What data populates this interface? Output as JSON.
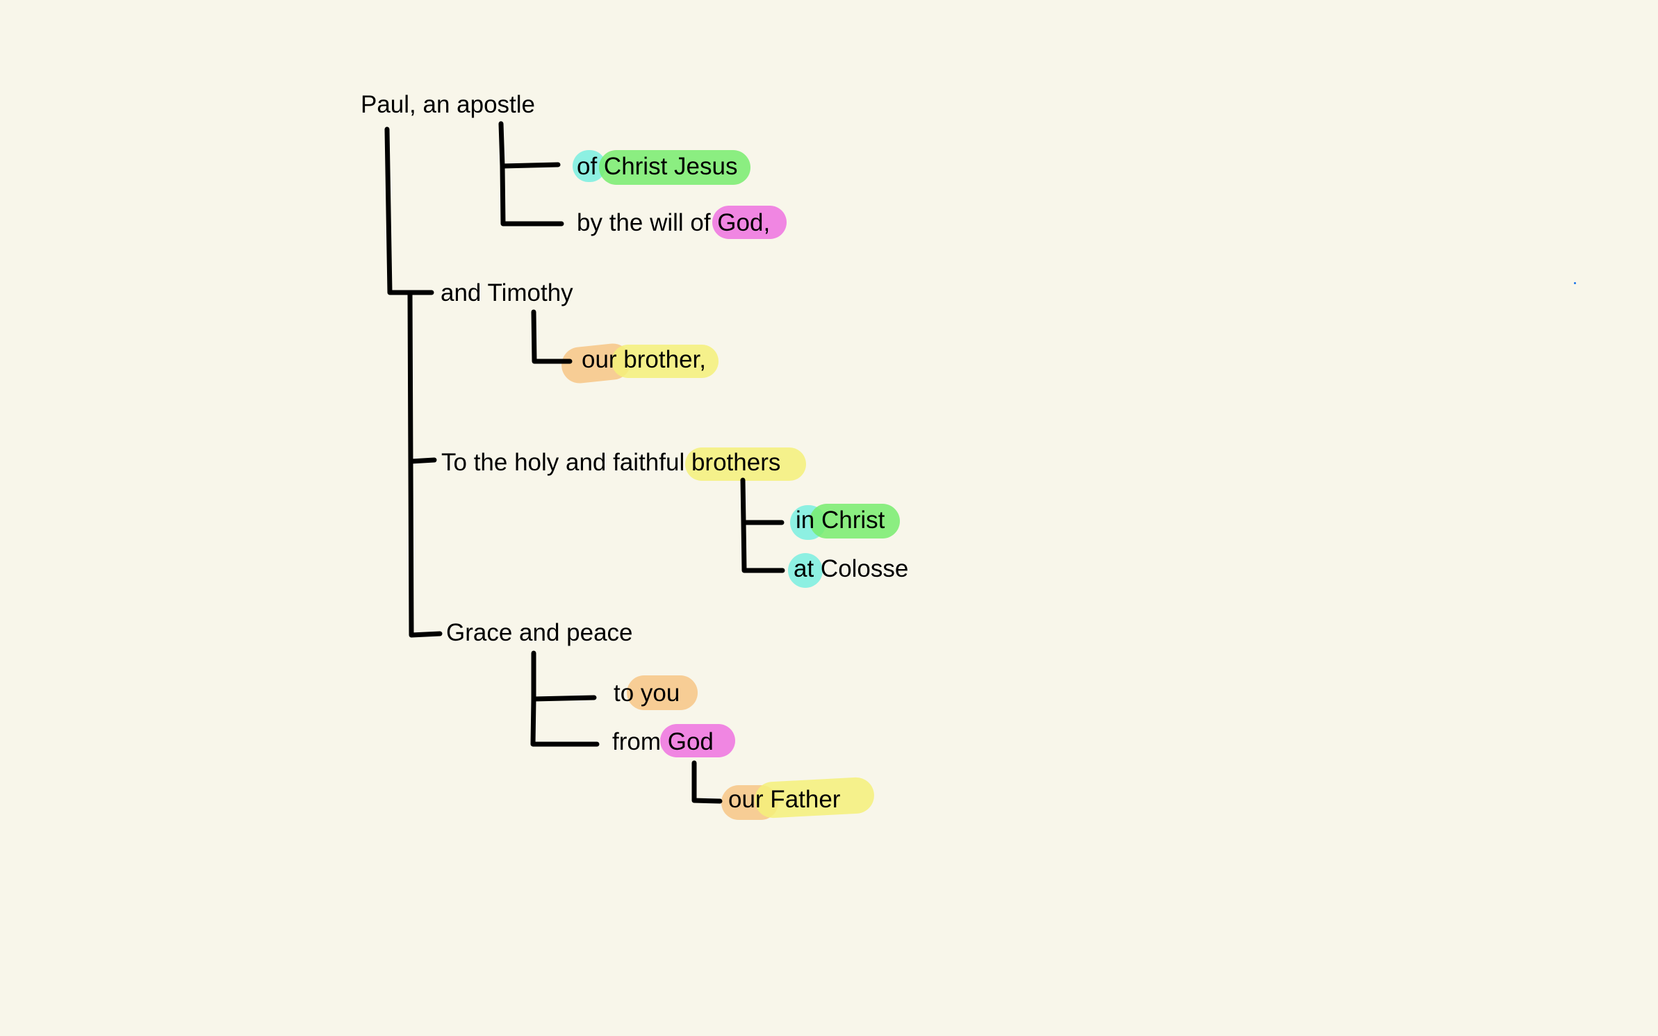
{
  "colors": {
    "background": "#f8f6ea",
    "cyan": "#7aeee0",
    "green": "#78ec6e",
    "magenta": "#ef72e0",
    "orange": "#f7c586",
    "yellow": "#f4f07a",
    "dot": "#1a73e8"
  },
  "phrases": {
    "paul": "Paul, an apostle",
    "of_christ_jesus": "of Christ Jesus",
    "by_will": "by the will of God,",
    "and_timothy": "and Timothy",
    "our_brother": "our brother,",
    "to_holy": "To the holy and faithful brothers",
    "in_christ": "in Christ",
    "at_colosse": "at Colosse",
    "grace": "Grace and peace",
    "to_you": "to you",
    "from_god": "from God",
    "our_father": "our Father"
  }
}
